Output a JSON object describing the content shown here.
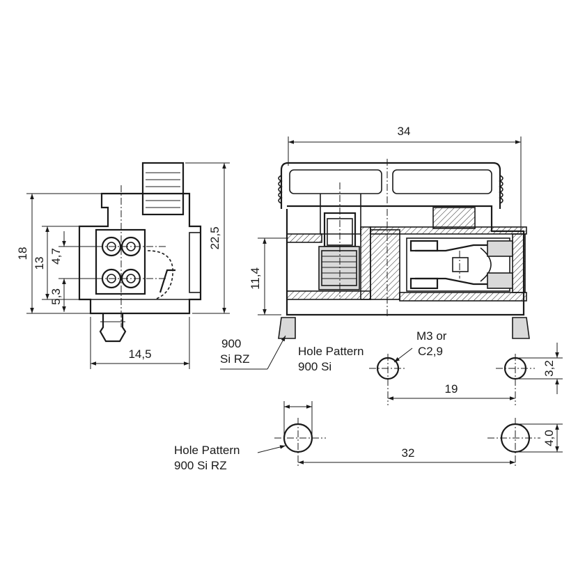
{
  "dimensions": {
    "overall_width": "34",
    "front_height_total": "22,5",
    "front_height_18": "18",
    "front_height_13": "13",
    "front_pitch_47": "4,7",
    "front_offset_53": "5,3",
    "front_width": "14,5",
    "side_height": "11,4",
    "hole_spacing_si": "19",
    "hole_offset_si": "3,2",
    "hole_spacing_rz": "32",
    "hole_offset_rz": "4,0"
  },
  "labels": {
    "base_900_line1": "900",
    "base_900_line2": "Si RZ",
    "hp_si_line1": "Hole Pattern",
    "hp_si_line2": "900 Si",
    "hole_spec_line1": "M3 or",
    "hole_spec_line2": "C2,9",
    "hp_rz_line1": "Hole Pattern",
    "hp_rz_line2": "900 Si RZ"
  }
}
